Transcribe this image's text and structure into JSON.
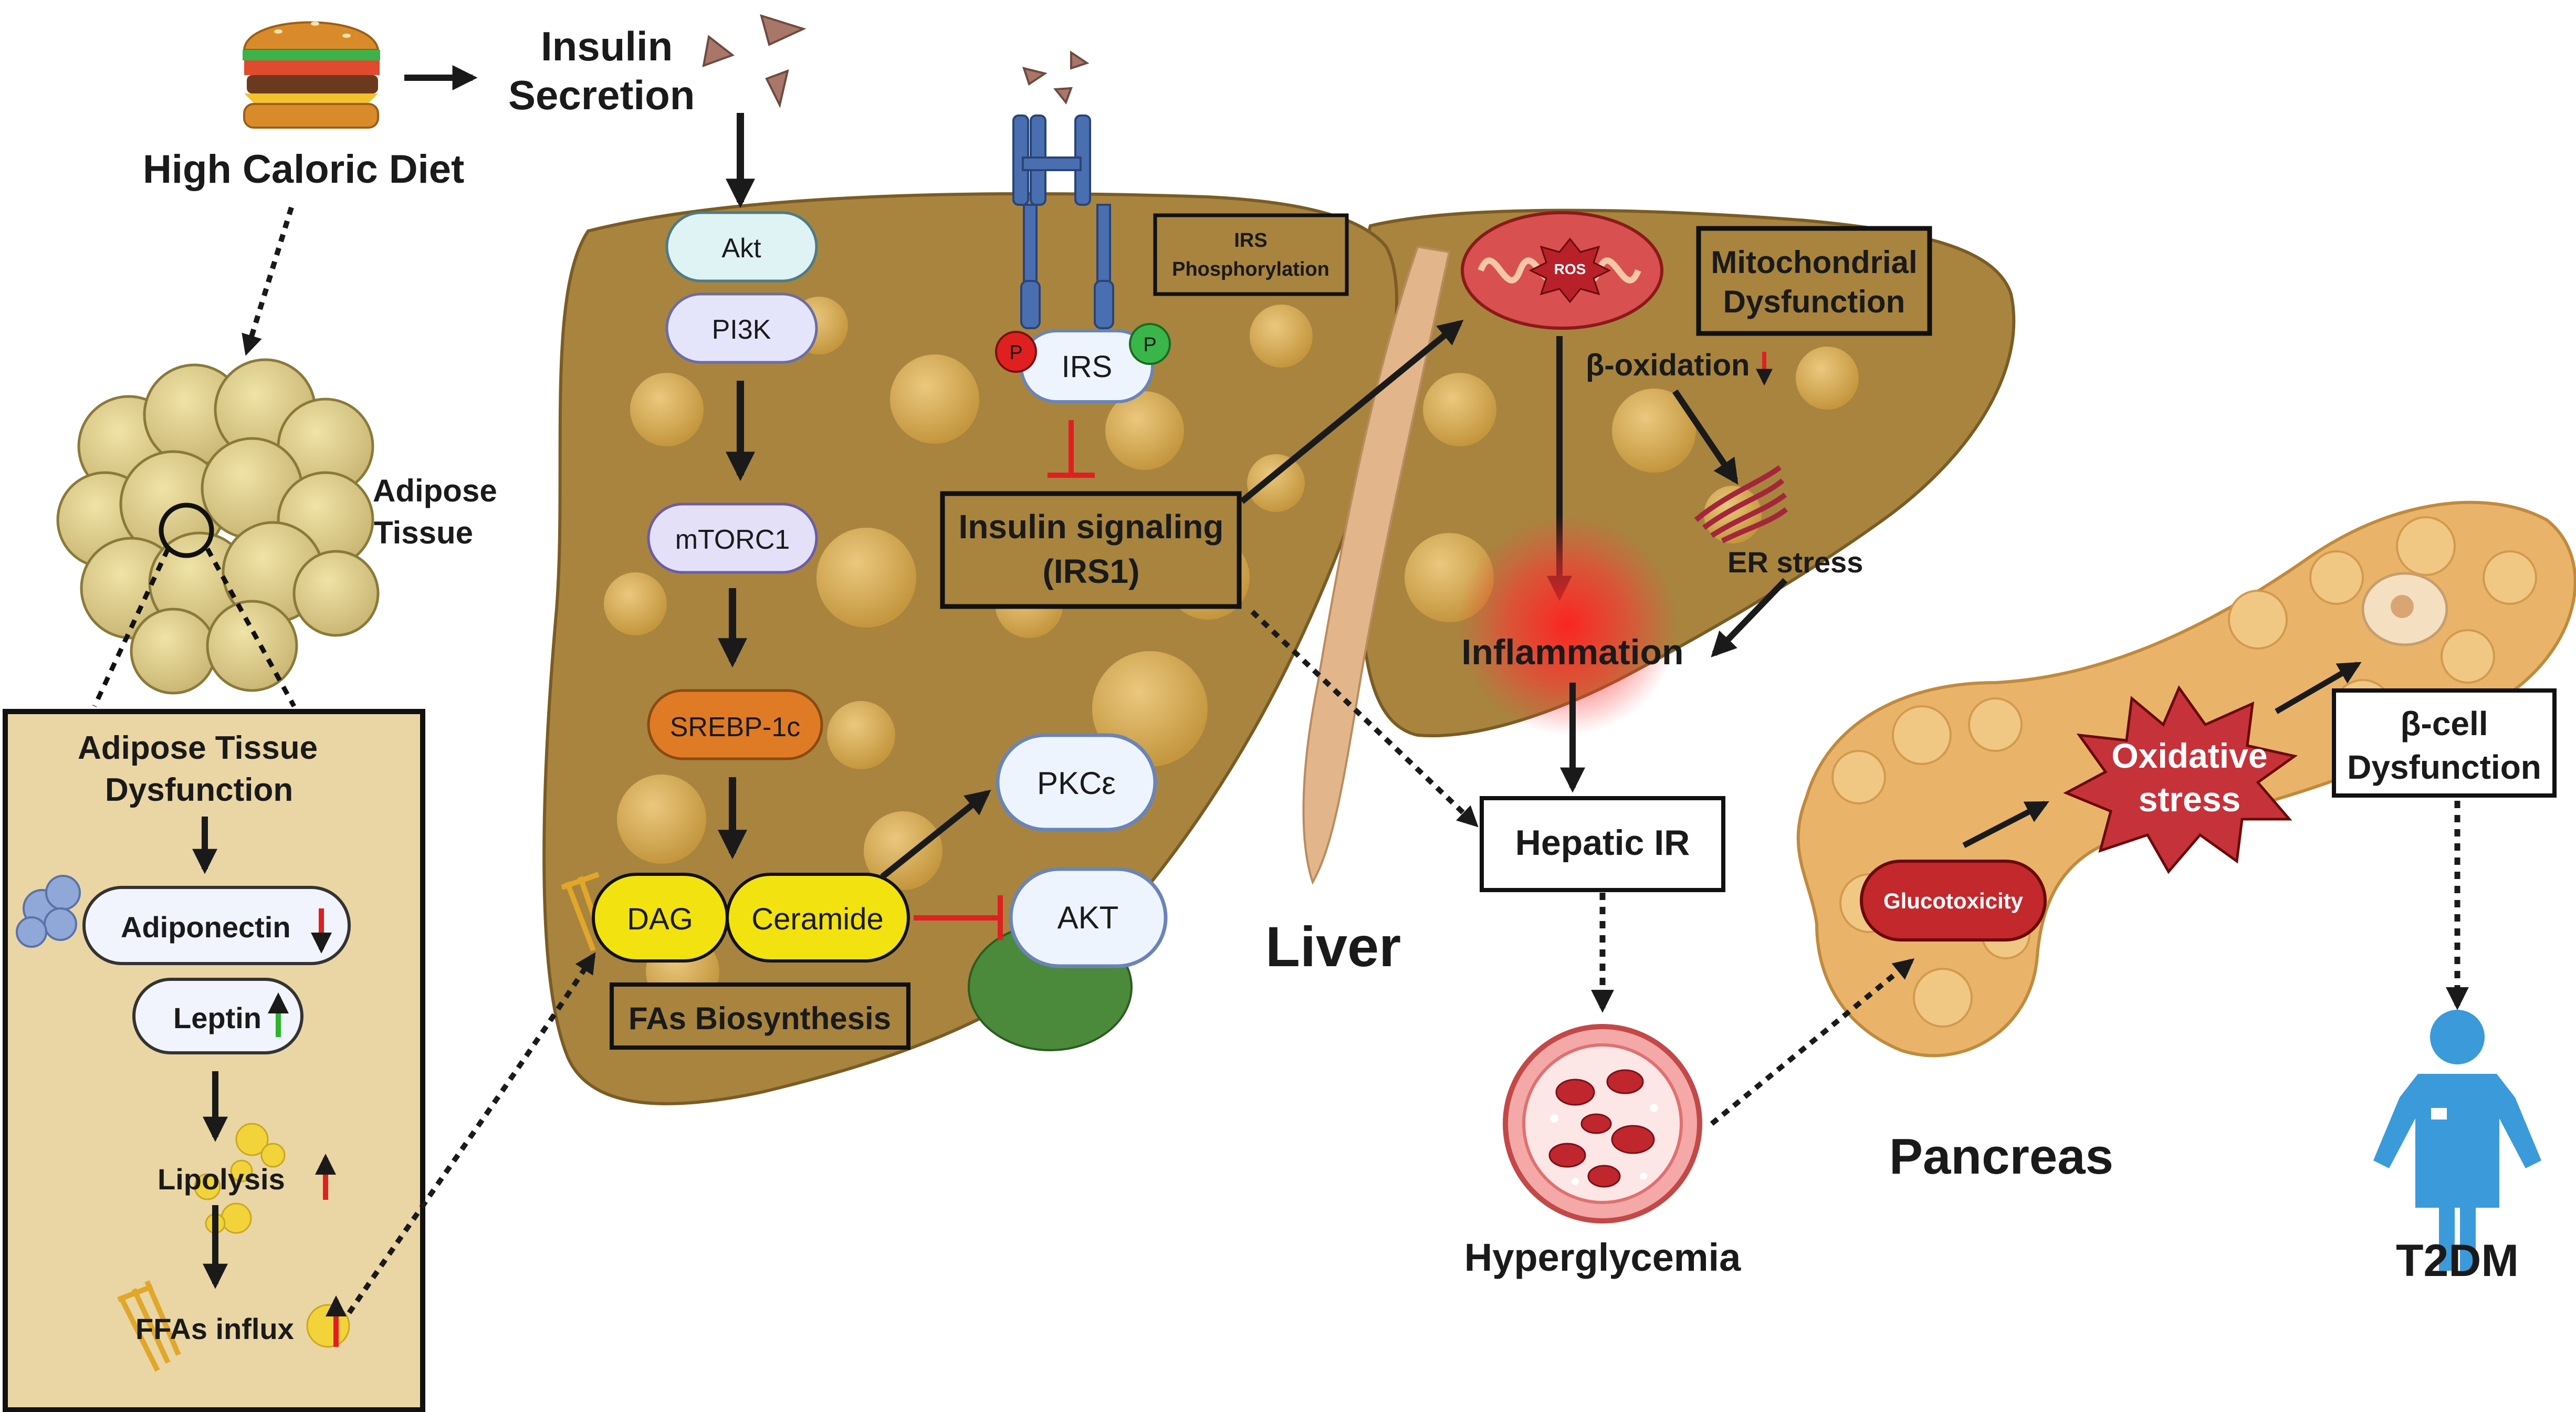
{
  "diet": {
    "title": "High Caloric Diet"
  },
  "secretion": {
    "line1": "Insulin",
    "line2": "Secretion"
  },
  "adipose": {
    "line1": "Adipose",
    "line2": "Tissue"
  },
  "adipose_box": {
    "title_line1": "Adipose Tissue",
    "title_line2": "Dysfunction",
    "adiponectin": "Adiponectin",
    "leptin": "Leptin",
    "lipolysis": "Lipolysis",
    "ffas": "FFAs influx"
  },
  "pathway": {
    "akt": "Akt",
    "pi3k": "PI3K",
    "mtorc1": "mTORC1",
    "srebp": "SREBP-1c",
    "dag": "DAG",
    "ceramide": "Ceramide",
    "fas": "FAs Biosynthesis",
    "pkce": "PKCε",
    "akt2": "AKT"
  },
  "receptor": {
    "irs": "IRS",
    "p_left": "P",
    "p_right": "P",
    "phos_line1": "IRS",
    "phos_line2": "Phosphorylation"
  },
  "signaling": {
    "line1": "Insulin signaling",
    "line2": "(IRS1)"
  },
  "liver": {
    "label": "Liver"
  },
  "mito": {
    "ros": "ROS",
    "box_line1": "Mitochondrial",
    "box_line2": "Dysfunction",
    "boxidation": "β-oxidation",
    "er_stress": "ER stress",
    "inflammation": "Inflammation"
  },
  "hepatic": {
    "label": "Hepatic IR"
  },
  "hyper": {
    "label": "Hyperglycemia"
  },
  "pancreas": {
    "label": "Pancreas",
    "glucotoxicity": "Glucotoxicity",
    "ox_line1": "Oxidative",
    "ox_line2": "stress",
    "beta_line1": "β-cell",
    "beta_line2": "Dysfunction"
  },
  "t2dm": {
    "label": "T2DM"
  },
  "colors": {
    "liver_fill": "#a8843f",
    "liver_stroke": "#7a5c25",
    "adipose_box_bg": "#ead6a4",
    "pancreas_fill": "#e9b46a",
    "oxidative_red": "#c6323a",
    "gluco_red": "#c2282c",
    "srebp_orange": "#e07b25",
    "dag_yellow": "#f2e20f",
    "person_blue": "#3b9ad9",
    "up_green": "#2db52d",
    "down_red": "#e02020"
  }
}
